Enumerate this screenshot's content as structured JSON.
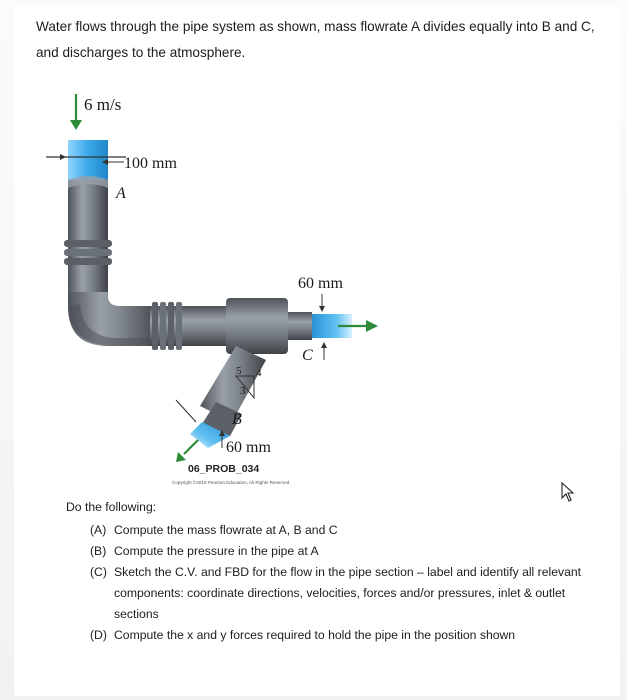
{
  "problem": {
    "intro": "Water flows through the pipe system as shown, mass flowrate A divides equally into B and C, and discharges to the atmosphere."
  },
  "figure": {
    "velocity_label": "6 m/s",
    "diameter_a": "100 mm",
    "point_a": "A",
    "diameter_c": "60 mm",
    "point_c": "C",
    "point_b": "B",
    "diameter_b": "60 mm",
    "slope_5": "5",
    "slope_4": "4",
    "slope_3": "3",
    "code": "06_PROB_034",
    "copyright": "Copyright ©2018 Pearson Education, All Rights Reserved."
  },
  "tasks": {
    "heading": "Do the following:",
    "items": [
      {
        "mark": "(A)",
        "text": "Compute the mass flowrate at A, B and C"
      },
      {
        "mark": "(B)",
        "text": "Compute the pressure in the pipe at A"
      },
      {
        "mark": "(C)",
        "text": "Sketch the C.V. and FBD for the flow in the pipe section – label and identify all relevant components: coordinate directions, velocities, forces and/or pressures, inlet & outlet sections"
      },
      {
        "mark": "(D)",
        "text": "Compute the x and y forces required to hold the pipe in the position shown"
      }
    ]
  },
  "colors": {
    "pipe": "#6f757d",
    "water": "#38a8e8",
    "arrow_green": "#2e8b3a"
  }
}
